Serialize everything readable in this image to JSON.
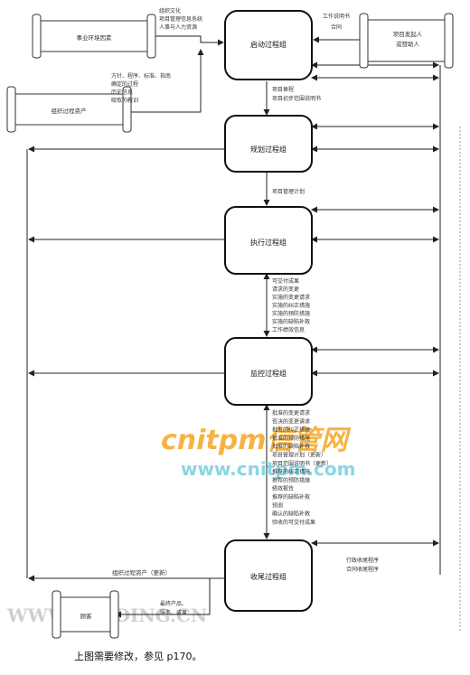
{
  "process_groups": {
    "initiating": "启动过程组",
    "planning": "规划过程组",
    "executing": "执行过程组",
    "monitoring": "监控过程组",
    "closing": "收尾过程组"
  },
  "scrolls": {
    "enterprise_env": "事业环境因素",
    "org_assets": "组织过程资产",
    "sponsor": [
      "项目发起人",
      "或赞助人"
    ],
    "customer": "顾客"
  },
  "labels": {
    "env_factors": [
      "组织文化",
      "项目管理信息系统",
      "人事与人力资源"
    ],
    "org_assets_in": [
      "方针、程序、标准、指南",
      "确定的过程",
      "历史信息",
      "吸取的教训"
    ],
    "sponsor_in": [
      "工作说明书",
      "合同"
    ],
    "init_to_plan": [
      "项目章程",
      "项目初步范围说明书"
    ],
    "plan_to_exec": [
      "项目管理计划"
    ],
    "exec_mc": [
      "可交付成果",
      "请求的变更",
      "实施的变更请求",
      "实施的纠正措施",
      "实施的预防措施",
      "实施的缺陷补救",
      "工作绩效信息"
    ],
    "mc_to_close": [
      "批准的变更请求",
      "否决的变更请求",
      "批准的纠正措施",
      "批准的预防措施",
      "批准的缺陷补救",
      "项目管理计划（更新）",
      "项目范围说明书（更新）",
      "推荐的纠正措施",
      "推荐的预防措施",
      "绩效报告",
      "推荐的缺陷补救",
      "预测",
      "确认的缺陷补救",
      "验收的可交付成果"
    ],
    "org_assets_update": "组织过程资产（更新）",
    "closure_procedure": [
      "行政收尾程序",
      "合同收尾程序"
    ],
    "final_product": [
      "最终产品、",
      "服务、成果"
    ]
  },
  "watermarks": {
    "brand": "cnitpm信管网",
    "site": "www.cnitpm.com",
    "reading": "WWW.READING.CN"
  },
  "caption": "上图需要修改，参见 p170。"
}
